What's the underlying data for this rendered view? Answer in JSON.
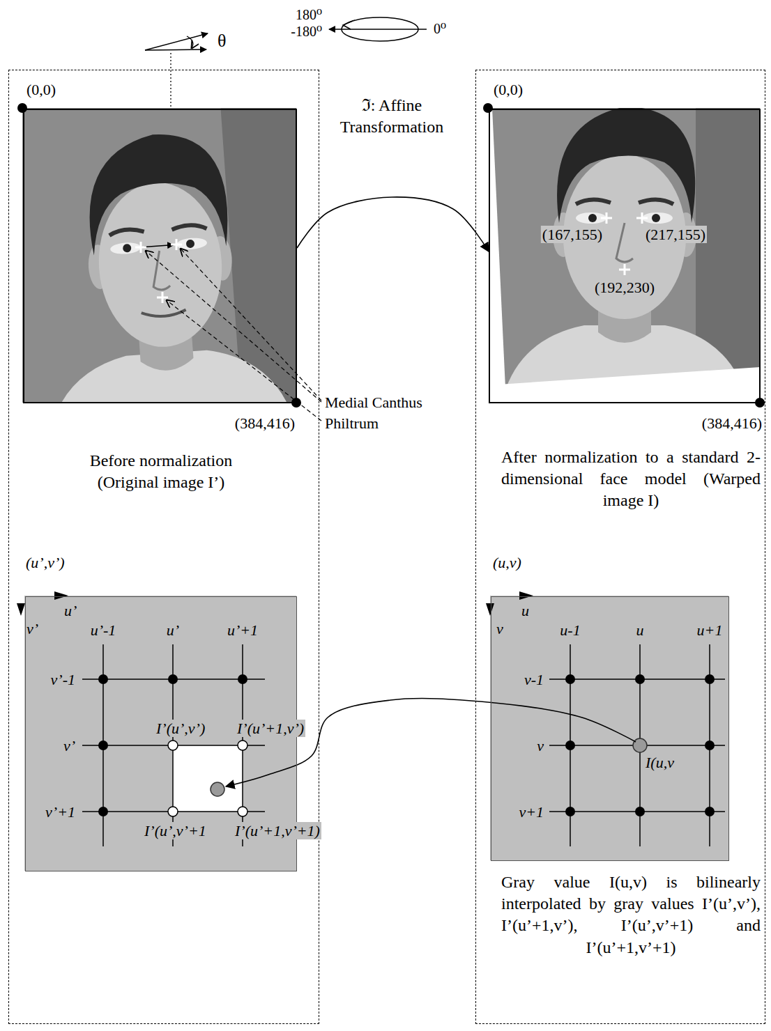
{
  "diagram": {
    "nodes": [
      {
        "text": [
          "Before normalization (Original image I’)"
        ]
      },
      {
        "text": [
          "(0,0)",
          "(384,416)"
        ],
        "in": 0
      },
      {
        "text": [
          "(u’,v’)"
        ],
        "in": 0
      },
      {
        "text": [
          "After normalization to a standard 2-dimensional face model (Warped image I)",
          "Gray value I(u,v) is bilinearly interpolated by gray values I’(u’,v’), I’(u’+1,v’), I’(u’,v’+1) and I’(u’+1,v’+1)"
        ]
      },
      {
        "text": [
          "(0,0)",
          "(384,416)"
        ],
        "in": 3
      },
      {
        "text": [
          "(u,v)"
        ],
        "in": 3
      }
    ],
    "edges": [
      {
        "from": 1,
        "to": 4,
        "arrow": "to",
        "label": "ℑ: Affine Transformation"
      },
      {
        "from": 5,
        "to": 2,
        "arrow": "to"
      }
    ],
    "labels": [
      "θ",
      "180⁰",
      "-180⁰",
      "0⁰",
      "Medial Canthus",
      "Philtrum",
      "(167,155)",
      "(217,155)",
      "(192,230)",
      "u’",
      "v’",
      "u’-1",
      "u’",
      "u’+1",
      "v’-1",
      "v’",
      "v’+1",
      "I’(u’,v’)",
      "I’(u’+1,v’)",
      "I’(u’,v’+1",
      "I’(u’+1,v’+1)",
      "u",
      "v",
      "u-1",
      "u",
      "u+1",
      "v-1",
      "v",
      "v+1",
      "I(u,v"
    ]
  }
}
